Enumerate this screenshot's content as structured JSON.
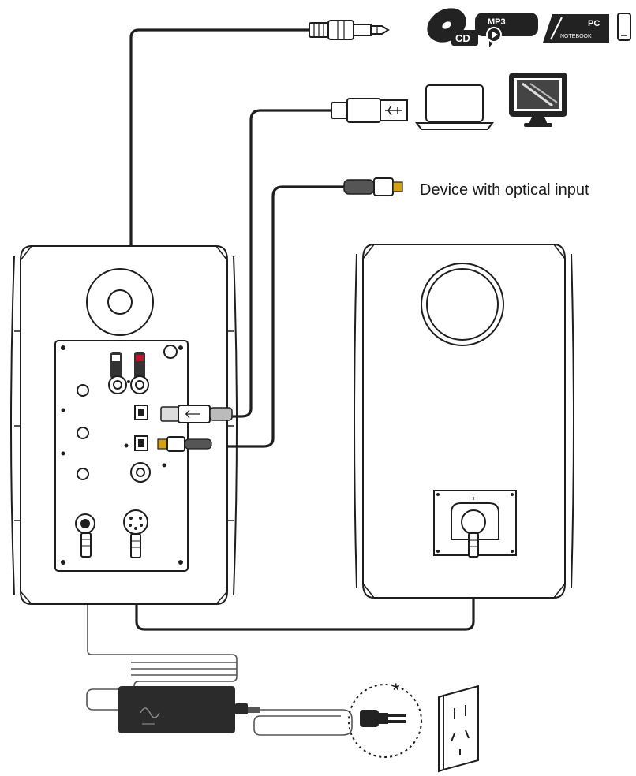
{
  "labels": {
    "optical_device": "Device with optical input",
    "asterisk": "*",
    "cd_badge": "CD",
    "mp3_badge": "MP3",
    "pc_badge": "PC",
    "notebook_badge": "NOTEBOOK"
  },
  "icons": [
    "cd-icon",
    "mp3-player-icon",
    "pc-notebook-icon",
    "phone-icon",
    "laptop-icon",
    "monitor-icon",
    "power-adapter-icon",
    "wall-outlet-icon",
    "power-plug-icon"
  ],
  "colors": {
    "line": "#1e1e1e",
    "rca_red": "#c8102e",
    "optical_tip": "#d4a017",
    "adapter": "#2b2b2b"
  }
}
